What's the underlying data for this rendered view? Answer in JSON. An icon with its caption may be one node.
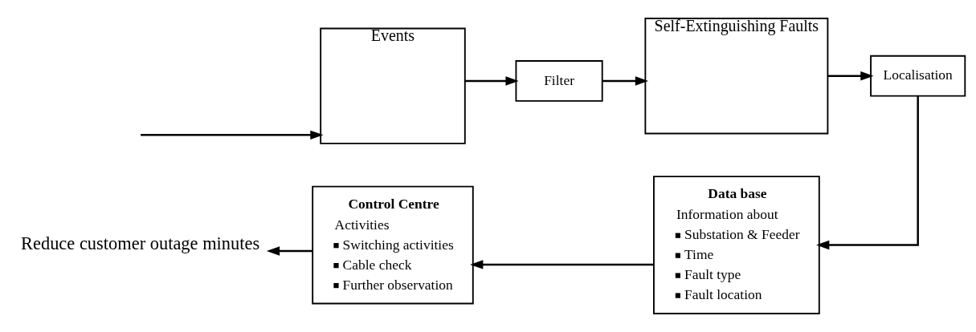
{
  "diagram": {
    "nodes": [
      {
        "text": [
          "Events"
        ]
      },
      {
        "text": [
          "Filter"
        ]
      },
      {
        "text": [
          "Self-Extinguishing Faults"
        ]
      },
      {
        "text": [
          "Localisation"
        ]
      },
      {
        "text": [
          "Data base",
          "Information about",
          "Substation & Feeder",
          "Time",
          "Fault type",
          "Fault location"
        ]
      },
      {
        "text": [
          "Control Centre",
          "Activities",
          "Switching activities",
          "Cable check",
          "Further observation"
        ]
      },
      {
        "text": [
          "Reduce customer outage minutes"
        ]
      }
    ],
    "edges": [
      {
        "from": null,
        "to": 0,
        "arrow": "to"
      },
      {
        "from": 0,
        "to": 1,
        "arrow": "to"
      },
      {
        "from": 1,
        "to": 2,
        "arrow": "to"
      },
      {
        "from": 2,
        "to": 3,
        "arrow": "to"
      },
      {
        "from": 3,
        "to": 4,
        "arrow": "to"
      },
      {
        "from": 4,
        "to": 5,
        "arrow": "to"
      },
      {
        "from": 5,
        "to": 6,
        "arrow": "to"
      }
    ]
  }
}
